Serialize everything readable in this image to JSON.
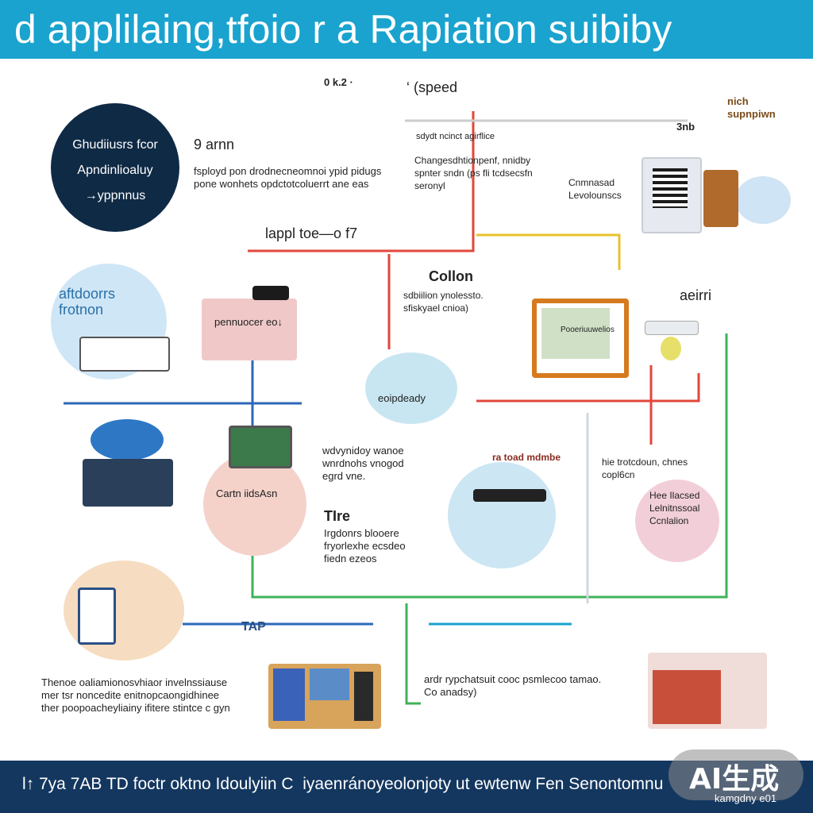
{
  "header": {
    "title": "d applilaing,tfoio r  a Rapiation suibiby"
  },
  "hub": {
    "line1": "Ghudiiusrs fcor",
    "line2": "Apndinlioaluy",
    "line3": "→yppnnus"
  },
  "labels": {
    "top_small": "0  k.2  ·",
    "top_speed": "‘ (speed",
    "top_caption": "sdydt ncinct agirflice",
    "section_title": "9  arnn",
    "section_body": "fsployd pon drodnecneomnoi ypid pidugs\npone wonhets opdctotcoluerrt ane eas",
    "apply_title": "lappl toe—o f7",
    "right_top": "nich\nsupnpiwn",
    "right_top_num": "3nb",
    "callout_a": "Changesdhtionpenf, nnidby\nspnter sndn (ps fli tcdsecsfn\nseronyl",
    "callout_b": "Cnmnasad\nLevolounscs",
    "left_circle": "aftdoorrs\nfrotnon",
    "pink_box": "pennuocer eo↓",
    "collon_title": "Collon",
    "collon_body": "sdbiilion ynolessto.\nsfiskyael cnioa)",
    "arir": "aeirri",
    "pad_label": "Pooeriuuwelios",
    "center_blob": "eoipdeady",
    "cand_label": "Cartn iidsAsn",
    "mid_list": "wdvynidoy wanoe\nwnrdnohs vnogod\negrd vne.",
    "screen_banner": "ra toad mdmbe",
    "right_list": "hie trotcdoun,  chnes\ncopl6cn",
    "pink_right": "Hee Ilacsed\nLelnitnssoal\nCcnlalion",
    "tire": "TIre",
    "tire_body": "Irgdonrs blooere\nfryorlexhe ecsdeo\nfiedn ezeos",
    "bottom_left": "Thenoe oaliamionosvhiaor invelnssiause\nmer tsr noncedite enitnopcaongidhinee\nther poopoacheyliainy ifitere stintce c gyn",
    "bottom_mid": "ardr rypchatsuit cooc psmlecoo tamao.\nCo anadsy)",
    "tap": "TAP"
  },
  "footer": {
    "text": "l↑ 7ya  7AB TD foctr oktno Idoulyiin C  iyaenránoyeolonjoty ut ewtenw  Fen Senontomnu"
  },
  "watermark": {
    "text": "AI生成",
    "sub": "kamgdny e01"
  },
  "colors": {
    "banner": "#1aa3cf",
    "footer": "#14375f",
    "hub": "#0f2a45",
    "red_line": "#e2473b",
    "blue_line": "#2c67b8",
    "green_line": "#3fb25a",
    "yellow_line": "#e7c22c"
  },
  "icons": [
    "window-icon",
    "bed-icon",
    "computer-icon",
    "router-icon",
    "speaker-icon",
    "building-icon"
  ]
}
